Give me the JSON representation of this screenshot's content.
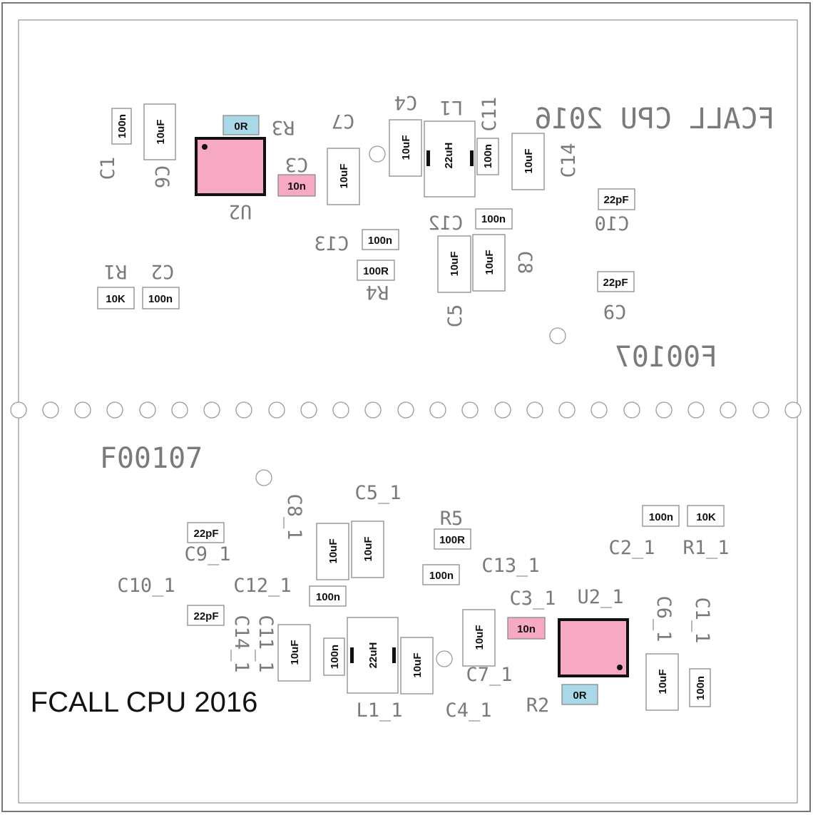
{
  "colors": {
    "ic_fill": "#f7a9c3",
    "resistor_blue": "#a9d8e8",
    "cap_pink": "#f7a9c3",
    "silk": "#7a7a7a",
    "outline": "#8a8a8a"
  },
  "board_top": {
    "title_mirrored": "FCALL CPU 2016",
    "id_mirrored": "F00107"
  },
  "board_bottom": {
    "title": "FCALL CPU 2016",
    "id": "F00107"
  },
  "components_top": [
    {
      "ref": "C1",
      "value": "100n"
    },
    {
      "ref": "C6",
      "value": "10uF"
    },
    {
      "ref": "R3",
      "value": "0R"
    },
    {
      "ref": "U2",
      "value": ""
    },
    {
      "ref": "C3",
      "value": "10n"
    },
    {
      "ref": "C7",
      "value": "10uF"
    },
    {
      "ref": "C4",
      "value": "10uF"
    },
    {
      "ref": "L1",
      "value": "22uH"
    },
    {
      "ref": "C11",
      "value": "100n"
    },
    {
      "ref": "C14",
      "value": "10uF"
    },
    {
      "ref": "C10",
      "value": "22pF"
    },
    {
      "ref": "C12",
      "value": "100n"
    },
    {
      "ref": "C13",
      "value": "100n"
    },
    {
      "ref": "R4",
      "value": "100R"
    },
    {
      "ref": "C5",
      "value": "10uF"
    },
    {
      "ref": "C8",
      "value": "10uF"
    },
    {
      "ref": "C9",
      "value": "22pF"
    },
    {
      "ref": "R1",
      "value": "10K"
    },
    {
      "ref": "C2",
      "value": "100n"
    }
  ],
  "components_bottom": [
    {
      "ref": "C8_1",
      "value": "10uF"
    },
    {
      "ref": "C5_1",
      "value": "10uF"
    },
    {
      "ref": "R5",
      "value": "100R"
    },
    {
      "ref": "C9_1",
      "value": "22pF"
    },
    {
      "ref": "C10_1",
      "value": "22pF"
    },
    {
      "ref": "C12_1",
      "value": "100n"
    },
    {
      "ref": "C13_1",
      "value": "100n"
    },
    {
      "ref": "C2_1",
      "value": "100n"
    },
    {
      "ref": "R1_1",
      "value": "10K"
    },
    {
      "ref": "C3_1",
      "value": "10n"
    },
    {
      "ref": "U2_1",
      "value": ""
    },
    {
      "ref": "C14_1",
      "value": "10uF"
    },
    {
      "ref": "C11_1",
      "value": "100n"
    },
    {
      "ref": "L1_1",
      "value": "22uH"
    },
    {
      "ref": "C4_1",
      "value": "10uF"
    },
    {
      "ref": "C7_1",
      "value": "10uF"
    },
    {
      "ref": "R2",
      "value": "0R"
    },
    {
      "ref": "C6_1",
      "value": "10uF"
    },
    {
      "ref": "C1_1",
      "value": "100n"
    }
  ]
}
